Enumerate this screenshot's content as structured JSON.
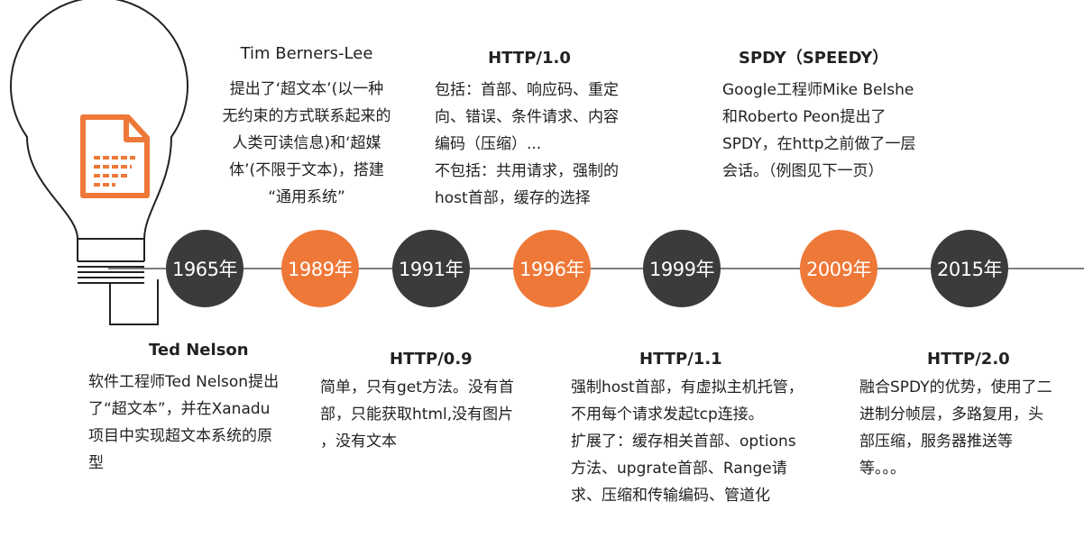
{
  "colors": {
    "dark": "#3b3b3b",
    "orange": "#ee7837",
    "line": "#555555"
  },
  "icon": "document-lightbulb-icon",
  "years": [
    {
      "label": "1965年",
      "color": "dark"
    },
    {
      "label": "1989年",
      "color": "orange"
    },
    {
      "label": "1991年",
      "color": "dark"
    },
    {
      "label": "1996年",
      "color": "orange"
    },
    {
      "label": "1999年",
      "color": "dark"
    },
    {
      "label": "2009年",
      "color": "orange"
    },
    {
      "label": "2015年",
      "color": "dark"
    }
  ],
  "top": {
    "tbl": {
      "title": "Tim Berners-Lee",
      "body": "提出了‘超文本’(以一种\n无约束的方式联系起来的\n人类可读信息)和‘超媒\n体’(不限于文本)，搭建\n“通用系统”"
    },
    "http10": {
      "title": "HTTP/1.0",
      "body": "包括：首部、响应码、重定\n向、错误、条件请求、内容\n编码（压缩）...\n不包括：共用请求，强制的\nhost首部，缓存的选择"
    },
    "spdy": {
      "title": "SPDY（SPEEDY）",
      "body": "Google工程师Mike Belshe\n和Roberto Peon提出了\nSPDY，在http之前做了一层\n会话。（例图见下一页）"
    }
  },
  "bottom": {
    "ted": {
      "title": "Ted Nelson",
      "body": "软件工程师Ted Nelson提出\n了“超文本”，并在Xanadu\n项目中实现超文本系统的原\n型"
    },
    "http09": {
      "title": "HTTP/0.9",
      "body": "简单，只有get方法。没有首\n部，只能获取html,没有图片\n，没有文本"
    },
    "http11": {
      "title": "HTTP/1.1",
      "body": "强制host首部，有虚拟主机托管，\n不用每个请求发起tcp连接。\n扩展了：缓存相关首部、options\n方法、upgrate首部、Range请\n求、压缩和传输编码、管道化"
    },
    "http20": {
      "title": "HTTP/2.0",
      "body": "融合SPDY的优势，使用了二\n进制分帧层，多路复用，头\n部压缩，服务器推送等\n等。。。"
    }
  }
}
